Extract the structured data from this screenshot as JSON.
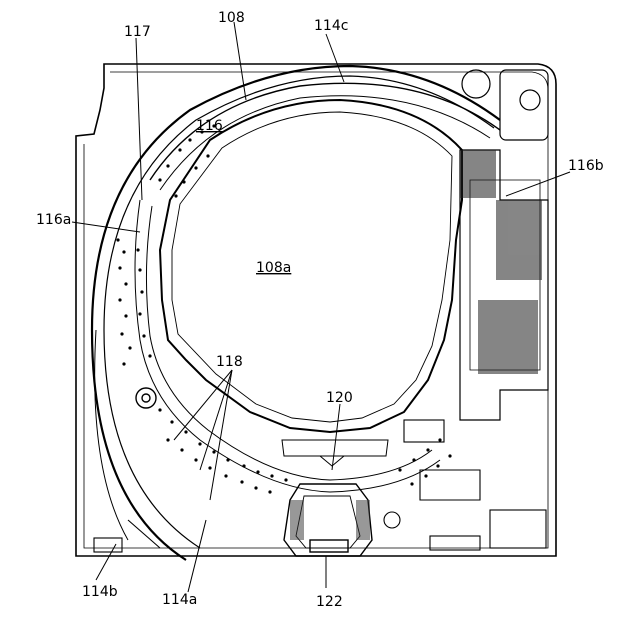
{
  "figure": {
    "labels": {
      "l108": "108",
      "l114c": "114c",
      "l117": "117",
      "l116": "116",
      "l116b": "116b",
      "l116a": "116a",
      "l108a": "108a",
      "l118": "118",
      "l120": "120",
      "l114b": "114b",
      "l114a": "114a",
      "l122": "122"
    }
  }
}
